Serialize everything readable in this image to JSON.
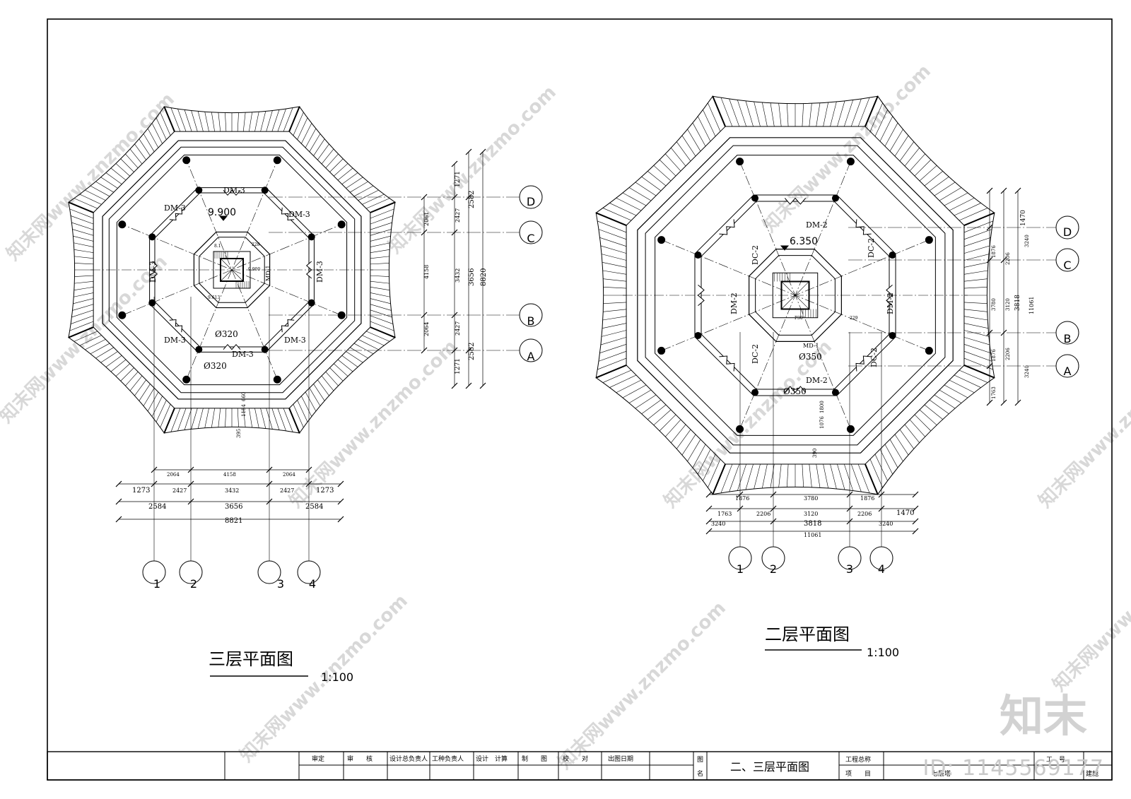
{
  "watermark": {
    "text": "知末网www.znzmo.com",
    "brand": "知末",
    "id": "ID: 1145569177"
  },
  "plan_left": {
    "title": "三层平面图",
    "scale": "1:100",
    "elevation": "9.900",
    "door_labels": [
      "DM-3",
      "DM-3",
      "DM-3",
      "DM-3",
      "DM-3",
      "DM-3",
      "DM-3",
      "DM-3"
    ],
    "column_dia_1": "Ø320",
    "column_dia_2": "Ø320",
    "axes_right": [
      "D",
      "C",
      "B",
      "A"
    ],
    "axes_bottom": [
      "1",
      "2",
      "3",
      "4"
    ],
    "dims_right_1": [
      "2061",
      "4158",
      "2064"
    ],
    "dims_right_2": [
      "1271",
      "2427",
      "3432",
      "2427",
      "1271"
    ],
    "dims_right_3": [
      "2582",
      "3656",
      "2582"
    ],
    "dims_right_4": "8820",
    "dims_bottom_1": [
      "2064",
      "4158",
      "2064"
    ],
    "dims_bottom_2": [
      "1273",
      "2427",
      "3432",
      "2427",
      "1273"
    ],
    "dims_bottom_3": [
      "2584",
      "3656",
      "2584"
    ],
    "dims_bottom_4": "8821",
    "dims_vert_small": [
      "660",
      "1184",
      "395"
    ],
    "stair_labels": [
      "8.1",
      "9.900",
      "9.613",
      "MD-1",
      "228"
    ]
  },
  "plan_right": {
    "title": "二层平面图",
    "scale": "1:100",
    "elevation": "6.350",
    "door_labels": [
      "DM-2",
      "DM-2",
      "DM-2",
      "DM-2",
      "DC-2",
      "DC-2",
      "DC-2",
      "DC-2"
    ],
    "column_dia_1": "Ø350",
    "column_dia_2": "Ø350",
    "axes_right": [
      "D",
      "C",
      "B",
      "A"
    ],
    "axes_bottom": [
      "1",
      "2",
      "3",
      "4"
    ],
    "dims_right_1": [
      "1876",
      "3780",
      "1876"
    ],
    "dims_right_2": [
      "1470",
      "2206",
      "3120",
      "2206",
      "3240"
    ],
    "dims_right_3": [
      "3240",
      "3818",
      "1763"
    ],
    "dims_right_4": "11061",
    "dims_bottom_1": [
      "1876",
      "3780",
      "1876"
    ],
    "dims_bottom_2": [
      "1763",
      "2206",
      "3120",
      "2206",
      "1470"
    ],
    "dims_bottom_3": [
      "3240",
      "3818",
      "3240"
    ],
    "dims_bottom_4": "11061",
    "dims_vert_small": [
      "1076",
      "1800",
      "390"
    ],
    "stair_labels": [
      "MD-1",
      "229",
      "P30"
    ]
  },
  "title_block": {
    "cells": [
      "审定",
      "审　　核",
      "设计总负责人",
      "工种负责人",
      "设计　计算",
      "制　　图",
      "校　　对",
      "出图日期"
    ],
    "tu_label": "图",
    "ming_label": "名",
    "drawing_name": "二、三层平面图",
    "project_total_label": "工程总称",
    "project_label": "项　　目",
    "project_name": "七层塔",
    "work_no_label": "工　号",
    "sheet_no": "建施"
  }
}
